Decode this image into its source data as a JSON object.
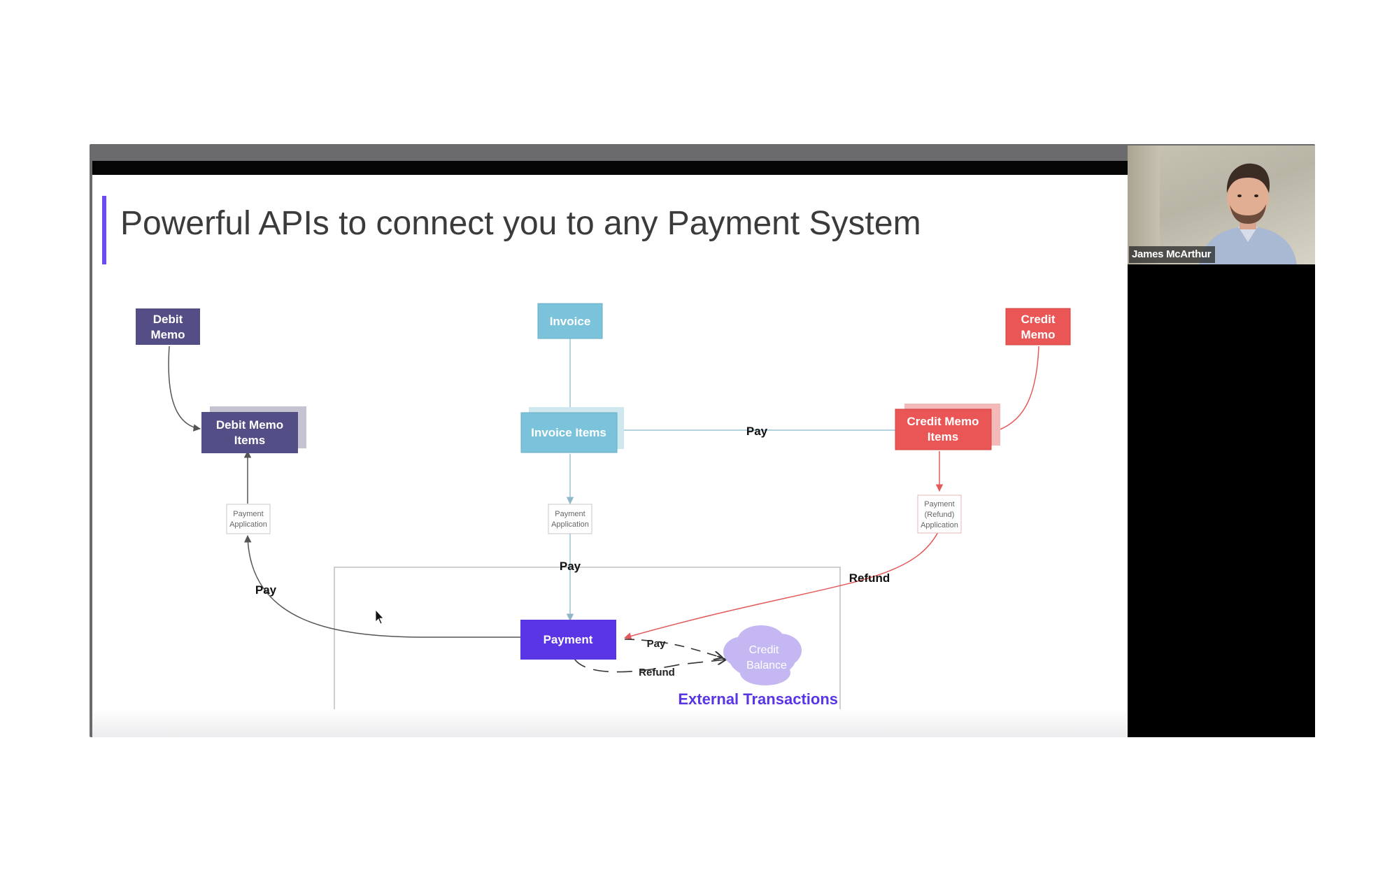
{
  "slide": {
    "title": "Powerful APIs to connect you to any Payment System"
  },
  "nodes": {
    "debit_memo": [
      "Debit",
      "Memo"
    ],
    "debit_memo_items": [
      "Debit Memo",
      "Items"
    ],
    "invoice": "Invoice",
    "invoice_items": "Invoice Items",
    "credit_memo": [
      "Credit",
      "Memo"
    ],
    "credit_memo_items": [
      "Credit Memo",
      "Items"
    ],
    "payment": "Payment",
    "credit_balance": [
      "Credit",
      "Balance"
    ]
  },
  "applications": {
    "debit": [
      "Payment",
      "Application"
    ],
    "invoice": [
      "Payment",
      "Application"
    ],
    "credit": [
      "Payment",
      "(Refund)",
      "Application"
    ]
  },
  "edge_labels": {
    "invoice_to_credit_pay": "Pay",
    "invoice_payment_pay": "Pay",
    "debit_pay": "Pay",
    "credit_refund": "Refund",
    "credit_balance_pay": "Pay",
    "credit_balance_refund": "Refund"
  },
  "external_box_label": "External Transactions",
  "participant": {
    "name": "James McArthur"
  },
  "colors": {
    "accent": "#6c4cf0",
    "debit": "#534e86",
    "invoice": "#7ac3da",
    "credit": "#ea5555",
    "payment": "#5a35e6",
    "credit_balance": "#c5b7f1"
  }
}
